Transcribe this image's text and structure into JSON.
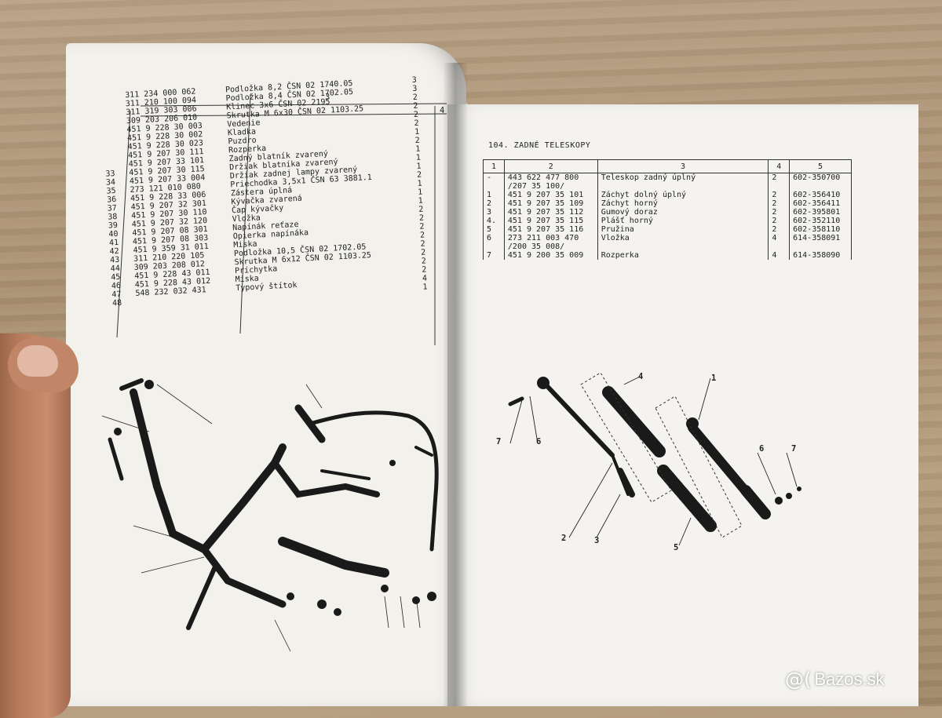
{
  "left_page": {
    "headers": [
      "3",
      "4"
    ],
    "rows": [
      {
        "n": "",
        "code": "311 234 000 062",
        "name": "Podložka 8,2 ČSN 02 1740.05",
        "q": "3"
      },
      {
        "n": "",
        "code": "311 210 100 094",
        "name": "Podložka 8,4 ČSN 02 1702.05",
        "q": "3"
      },
      {
        "n": "",
        "code": "311 319 303 006",
        "name": "Klinec 3x6   ČSN 02 2195",
        "q": "2"
      },
      {
        "n": "",
        "code": "309 203 206 010",
        "name": "Skrutka M 6x30 ČSN 02 1103.25",
        "q": "2"
      },
      {
        "n": "",
        "code": "451 9 228 30 003",
        "name": "Vedenie",
        "q": "2"
      },
      {
        "n": "",
        "code": "451 9 228 30 002",
        "name": "Kladka",
        "q": "2"
      },
      {
        "n": "",
        "code": "451 9 228 30 023",
        "name": "Puzdro",
        "q": "1"
      },
      {
        "n": "",
        "code": "451 9 207 30 111",
        "name": "Rozperka",
        "q": "2"
      },
      {
        "n": "",
        "code": "451 9 207 33 101",
        "name": "Zadný blatník zvarený",
        "q": "1"
      },
      {
        "n": "33",
        "code": "451 9 207 30 115",
        "name": "Držiak blatníka zvarený",
        "q": "1"
      },
      {
        "n": "34",
        "code": "451 9 207 33 004",
        "name": "Držiak zadnej lampy zvarený",
        "q": "1"
      },
      {
        "n": "35",
        "code": "273 121 010 080",
        "name": "Priechodka 3,5x1 ČSN 63 3881.1",
        "q": "2"
      },
      {
        "n": "36",
        "code": "451 9 228 33 006",
        "name": "Zástera úplná",
        "q": "1"
      },
      {
        "n": "37",
        "code": "451 9 207 32 301",
        "name": "Kývačka zvarená",
        "q": "1"
      },
      {
        "n": "38",
        "code": "451 9 207 30 110",
        "name": "Čap kývačky",
        "q": "1"
      },
      {
        "n": "39",
        "code": "451 9 207 32 120",
        "name": "Vložka",
        "q": "2"
      },
      {
        "n": "40",
        "code": "451 9 207 08 301",
        "name": "Napínák reťaze",
        "q": "2"
      },
      {
        "n": "41",
        "code": "451 9 207 08 303",
        "name": "Opierka napínáka",
        "q": "2"
      },
      {
        "n": "42",
        "code": "451 9 359 31 011",
        "name": "Miska",
        "q": "2"
      },
      {
        "n": "43",
        "code": "311 210 220 105",
        "name": "Podložka 10,5 ČSN 02 1702.05",
        "q": "2"
      },
      {
        "n": "44",
        "code": "309 203 208 012",
        "name": "Skrutka M 6x12 ČSN 02 1103.25",
        "q": "2"
      },
      {
        "n": "45",
        "code": "451 9 228 43 011",
        "name": "Príchytka",
        "q": "2"
      },
      {
        "n": "46",
        "code": "451 9 228 43 012",
        "name": "Miska",
        "q": "2"
      },
      {
        "n": "47",
        "code": "548 232 032 431",
        "name": "Typový štítok",
        "q": "4"
      },
      {
        "n": "48",
        "code": "",
        "name": "",
        "q": "1"
      }
    ]
  },
  "right_page": {
    "section_title": "104. ZADNÉ TELESKOPY",
    "headers": [
      "1",
      "2",
      "3",
      "4",
      "5"
    ],
    "rows": [
      {
        "n": "-",
        "code": "443 622 477 800",
        "name": "Teleskop zadný úplný",
        "q": "2",
        "ref": "602-350700"
      },
      {
        "n": "",
        "code": "/207 35 100/",
        "name": "",
        "q": "",
        "ref": ""
      },
      {
        "n": "1",
        "code": "451 9 207 35 101",
        "name": "Záchyt dolný úplný",
        "q": "2",
        "ref": "602-356410"
      },
      {
        "n": "2",
        "code": "451 9 207 35 109",
        "name": "Záchyt horný",
        "q": "2",
        "ref": "602-356411"
      },
      {
        "n": "3",
        "code": "451 9 207 35 112",
        "name": "Gumový doraz",
        "q": "2",
        "ref": "602-395801"
      },
      {
        "n": "4.",
        "code": "451 9 207 35 115",
        "name": "Plášť horný",
        "q": "2",
        "ref": "602-352110"
      },
      {
        "n": "5",
        "code": "451 9 207 35 116",
        "name": "Pružina",
        "q": "2",
        "ref": "602-358110"
      },
      {
        "n": "6",
        "code": "273 211 003 470",
        "name": "Vložka",
        "q": "4",
        "ref": "614-358091"
      },
      {
        "n": "",
        "code": "/200 35 008/",
        "name": "",
        "q": "",
        "ref": ""
      },
      {
        "n": "7",
        "code": "451 9 200 35 009",
        "name": "Rozperka",
        "q": "4",
        "ref": "614-358090"
      }
    ],
    "callouts": [
      "1",
      "2",
      "3",
      "4",
      "5",
      "6",
      "7",
      "6",
      "7"
    ]
  },
  "watermark": {
    "text": "Bazos.sk"
  }
}
